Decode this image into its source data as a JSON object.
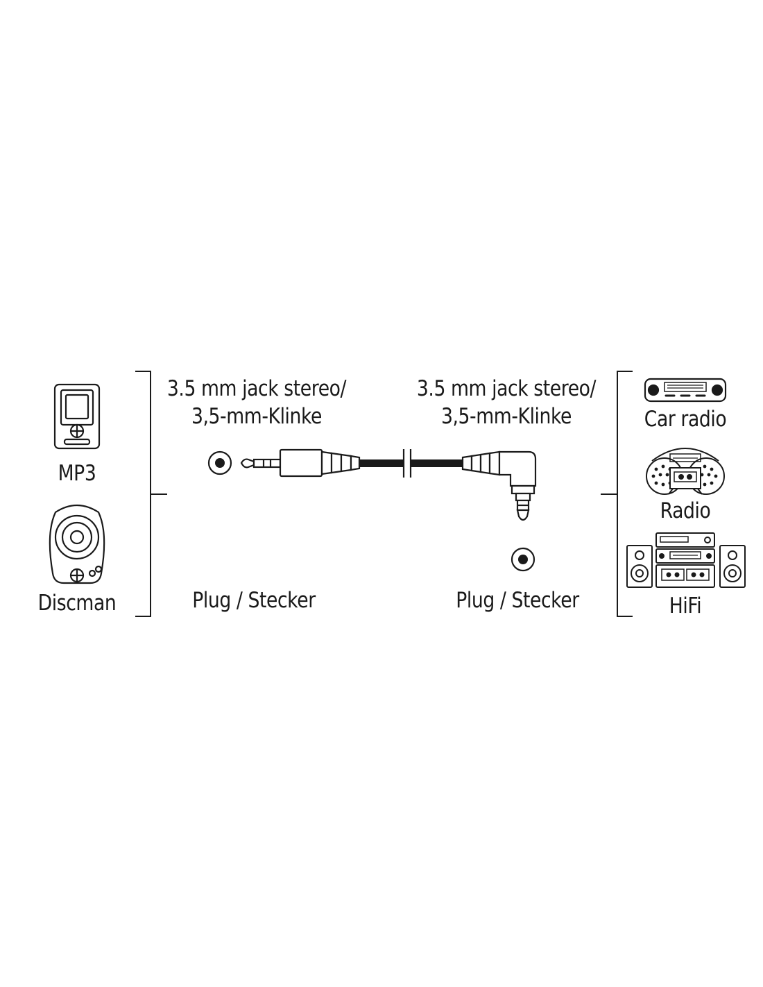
{
  "left_devices": {
    "mp3": "MP3",
    "discman": "Discman"
  },
  "left_connector": {
    "type_line1": "3.5 mm jack stereo/",
    "type_line2": "3,5-mm-Klinke",
    "plug_label": "Plug / Stecker"
  },
  "right_connector": {
    "type_line1": "3.5 mm jack stereo/",
    "type_line2": "3,5-mm-Klinke",
    "plug_label": "Plug / Stecker"
  },
  "right_devices": {
    "car_radio": "Car radio",
    "radio": "Radio",
    "hifi": "HiFi"
  },
  "icons": [
    "mp3-player-icon",
    "discman-icon",
    "jack-socket-icon",
    "straight-plug-icon",
    "angled-plug-icon",
    "car-radio-icon",
    "boombox-icon",
    "hifi-system-icon"
  ],
  "colors": {
    "line": "#1a1a1a",
    "background": "#ffffff"
  }
}
